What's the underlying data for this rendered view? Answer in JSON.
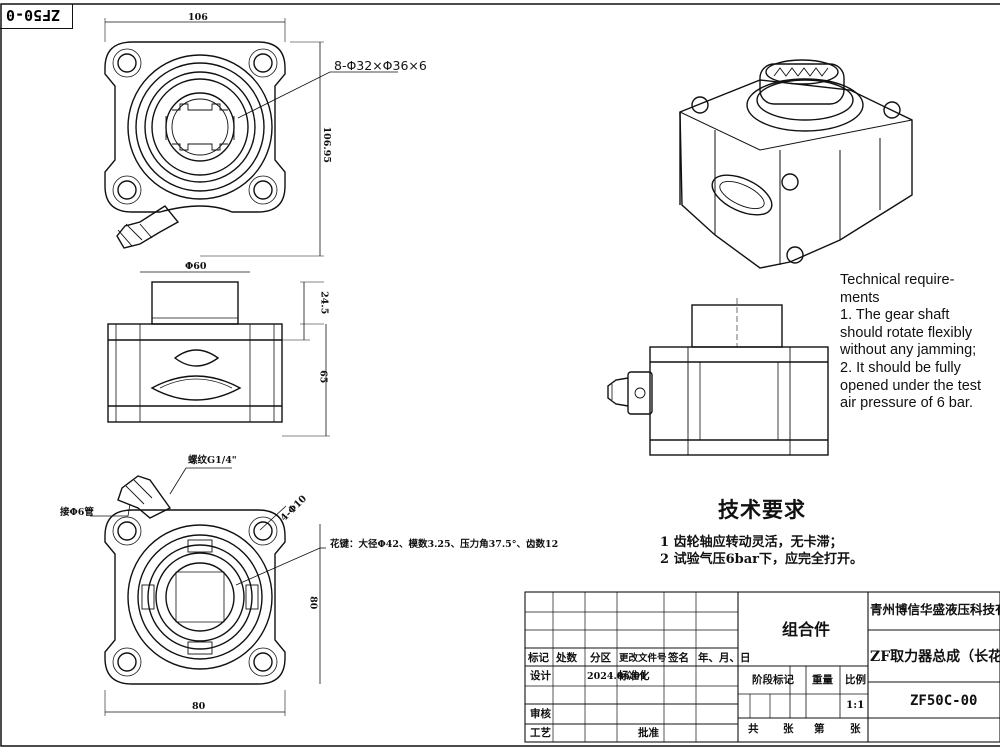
{
  "drawing_code_tab": "ZF50-0",
  "dimensions": {
    "top_width": "106",
    "top_height": "106.95",
    "hole_callout": "8-Φ32×Φ36×6",
    "front_diameter": "Φ60",
    "front_step": "24.5",
    "front_height": "65",
    "bottom_fitting": "接Φ6管",
    "thread_port": "螺纹G1/4\"",
    "spline_spec": "花键：大径Φ42、模数3.25、压力角37.5°、齿数12",
    "bolt_hole": "4-Φ10",
    "bottom_height": "80",
    "bottom_width": "80"
  },
  "technical_requirements_en": [
    "Technical require-",
    "ments",
    "1. The gear shaft",
    "should rotate flexibly",
    "without any jamming;",
    "2. It should be fully",
    "opened under the test",
    "air pressure of 6 bar."
  ],
  "technical_requirements_cn": {
    "title": "技术要求",
    "items": [
      "1 齿轮轴应转动灵活，无卡滞；",
      "2 试验气压6bar下，应完全打开。"
    ]
  },
  "title_block": {
    "assembly_label": "组合件",
    "company": "青州博信华盛液压科技有限公司",
    "product_name": "ZF取力器总成（长花键）",
    "drawing_number": "ZF50C-00",
    "revision_headers": [
      "标记",
      "处数",
      "分区",
      "更改文件号",
      "签名",
      "年、月、日"
    ],
    "design_label": "设计",
    "design_date": "2024.06.01",
    "standardization_label": "标准化",
    "stage_label": "阶段标记",
    "weight_label": "重量",
    "scale_label": "比例",
    "scale_value": "1:1",
    "review_label": "审核",
    "process_label": "工艺",
    "approve_label": "批准",
    "sheet_total_label": "共",
    "sheet_label": "张",
    "sheet_no_label": "第",
    "sheet_label_2": "张"
  }
}
